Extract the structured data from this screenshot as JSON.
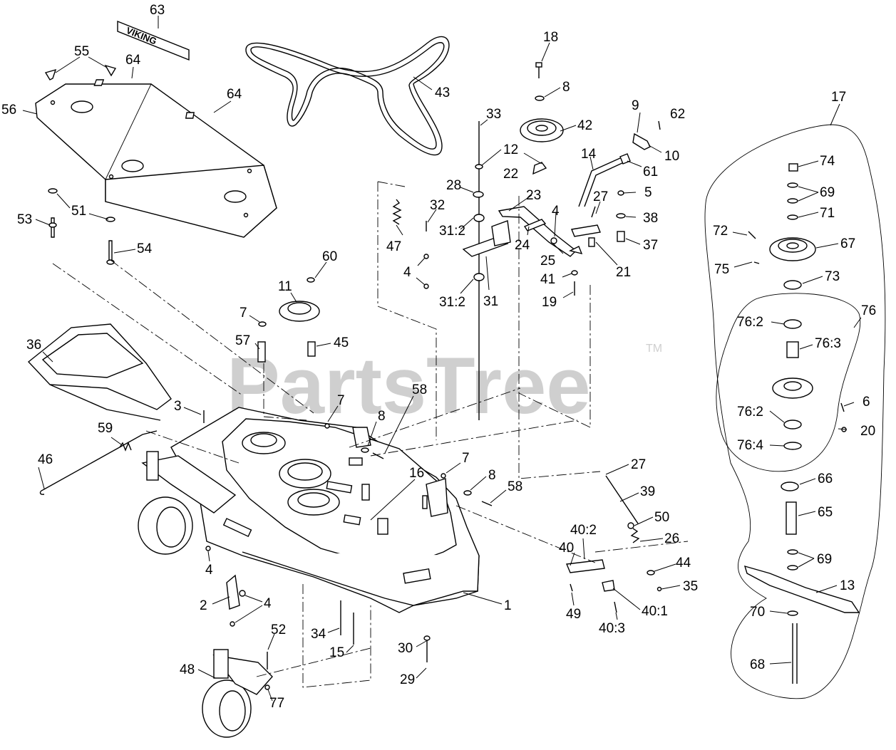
{
  "watermark": {
    "brand": "PartsTree",
    "trademark": "TM"
  },
  "decal_text": "VIKING",
  "callouts": [
    {
      "id": "c63",
      "text": "63"
    },
    {
      "id": "c55",
      "text": "55"
    },
    {
      "id": "c64a",
      "text": "64"
    },
    {
      "id": "c64b",
      "text": "64"
    },
    {
      "id": "c56",
      "text": "56"
    },
    {
      "id": "c51",
      "text": "51"
    },
    {
      "id": "c53",
      "text": "53"
    },
    {
      "id": "c54",
      "text": "54"
    },
    {
      "id": "c43",
      "text": "43"
    },
    {
      "id": "c18",
      "text": "18"
    },
    {
      "id": "c8a",
      "text": "8"
    },
    {
      "id": "c42",
      "text": "42"
    },
    {
      "id": "c9",
      "text": "9"
    },
    {
      "id": "c62",
      "text": "62"
    },
    {
      "id": "c10",
      "text": "10"
    },
    {
      "id": "c33",
      "text": "33"
    },
    {
      "id": "c12",
      "text": "12"
    },
    {
      "id": "c14",
      "text": "14"
    },
    {
      "id": "c61",
      "text": "61"
    },
    {
      "id": "c22",
      "text": "22"
    },
    {
      "id": "c28",
      "text": "28"
    },
    {
      "id": "c23",
      "text": "23"
    },
    {
      "id": "c27a",
      "text": "27"
    },
    {
      "id": "c5",
      "text": "5"
    },
    {
      "id": "c32",
      "text": "32"
    },
    {
      "id": "c4a",
      "text": "4"
    },
    {
      "id": "c38",
      "text": "38"
    },
    {
      "id": "c31_2a",
      "text": "31:2"
    },
    {
      "id": "c24",
      "text": "24"
    },
    {
      "id": "c37",
      "text": "37"
    },
    {
      "id": "c47",
      "text": "47"
    },
    {
      "id": "c25",
      "text": "25"
    },
    {
      "id": "c21",
      "text": "21"
    },
    {
      "id": "c4b",
      "text": "4"
    },
    {
      "id": "c41",
      "text": "41"
    },
    {
      "id": "c31_2b",
      "text": "31:2"
    },
    {
      "id": "c31",
      "text": "31"
    },
    {
      "id": "c19",
      "text": "19"
    },
    {
      "id": "c60",
      "text": "60"
    },
    {
      "id": "c11",
      "text": "11"
    },
    {
      "id": "c7a",
      "text": "7"
    },
    {
      "id": "c57",
      "text": "57"
    },
    {
      "id": "c45",
      "text": "45"
    },
    {
      "id": "c36",
      "text": "36"
    },
    {
      "id": "c3",
      "text": "3"
    },
    {
      "id": "c7b",
      "text": "7"
    },
    {
      "id": "c8b",
      "text": "8"
    },
    {
      "id": "c58a",
      "text": "58"
    },
    {
      "id": "c59",
      "text": "59"
    },
    {
      "id": "c7c",
      "text": "7"
    },
    {
      "id": "c46",
      "text": "46"
    },
    {
      "id": "c16",
      "text": "16"
    },
    {
      "id": "c8c",
      "text": "8"
    },
    {
      "id": "c58b",
      "text": "58"
    },
    {
      "id": "c27b",
      "text": "27"
    },
    {
      "id": "c39",
      "text": "39"
    },
    {
      "id": "c50",
      "text": "50"
    },
    {
      "id": "c40_2",
      "text": "40:2"
    },
    {
      "id": "c26",
      "text": "26"
    },
    {
      "id": "c40",
      "text": "40"
    },
    {
      "id": "c44",
      "text": "44"
    },
    {
      "id": "c4c",
      "text": "4"
    },
    {
      "id": "c35",
      "text": "35"
    },
    {
      "id": "c1",
      "text": "1"
    },
    {
      "id": "c2",
      "text": "2"
    },
    {
      "id": "c4d",
      "text": "4"
    },
    {
      "id": "c49",
      "text": "49"
    },
    {
      "id": "c40_1",
      "text": "40:1"
    },
    {
      "id": "c40_3",
      "text": "40:3"
    },
    {
      "id": "c52",
      "text": "52"
    },
    {
      "id": "c34",
      "text": "34"
    },
    {
      "id": "c30",
      "text": "30"
    },
    {
      "id": "c15",
      "text": "15"
    },
    {
      "id": "c48",
      "text": "48"
    },
    {
      "id": "c29",
      "text": "29"
    },
    {
      "id": "c77",
      "text": "77"
    },
    {
      "id": "c17",
      "text": "17"
    },
    {
      "id": "c74",
      "text": "74"
    },
    {
      "id": "c69a",
      "text": "69"
    },
    {
      "id": "c71",
      "text": "71"
    },
    {
      "id": "c72",
      "text": "72"
    },
    {
      "id": "c67",
      "text": "67"
    },
    {
      "id": "c75",
      "text": "75"
    },
    {
      "id": "c73",
      "text": "73"
    },
    {
      "id": "c76",
      "text": "76"
    },
    {
      "id": "c76_2a",
      "text": "76:2"
    },
    {
      "id": "c76_3",
      "text": "76:3"
    },
    {
      "id": "c6",
      "text": "6"
    },
    {
      "id": "c76_2b",
      "text": "76:2"
    },
    {
      "id": "c20",
      "text": "20"
    },
    {
      "id": "c76_4",
      "text": "76:4"
    },
    {
      "id": "c66",
      "text": "66"
    },
    {
      "id": "c65",
      "text": "65"
    },
    {
      "id": "c69b",
      "text": "69"
    },
    {
      "id": "c13",
      "text": "13"
    },
    {
      "id": "c70",
      "text": "70"
    },
    {
      "id": "c68",
      "text": "68"
    }
  ]
}
